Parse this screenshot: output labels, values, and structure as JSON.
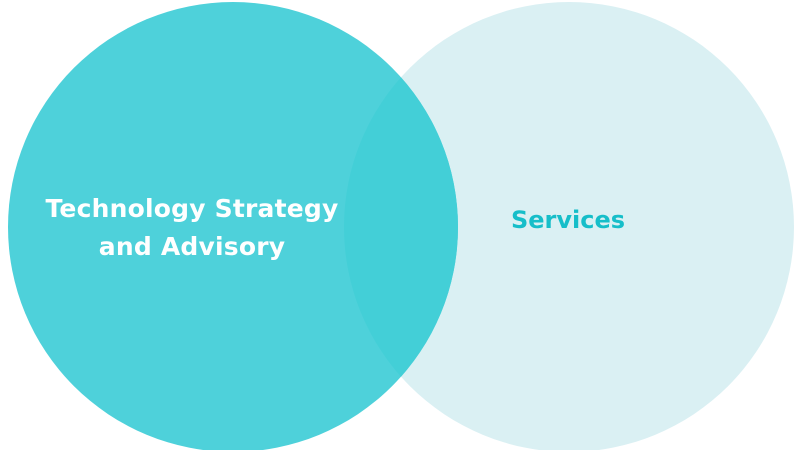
{
  "diagram": {
    "type": "venn",
    "left_circle": {
      "label": "Technology Strategy and Advisory",
      "label_lines": [
        "Technology Strategy",
        "and Advisory"
      ],
      "fill": "#4ed1da",
      "text_color": "#ffffff"
    },
    "right_circle": {
      "label": "Services",
      "fill": "#daf0f3",
      "text_color": "#16bec9"
    },
    "overlap_fill": "#43cfd7"
  }
}
